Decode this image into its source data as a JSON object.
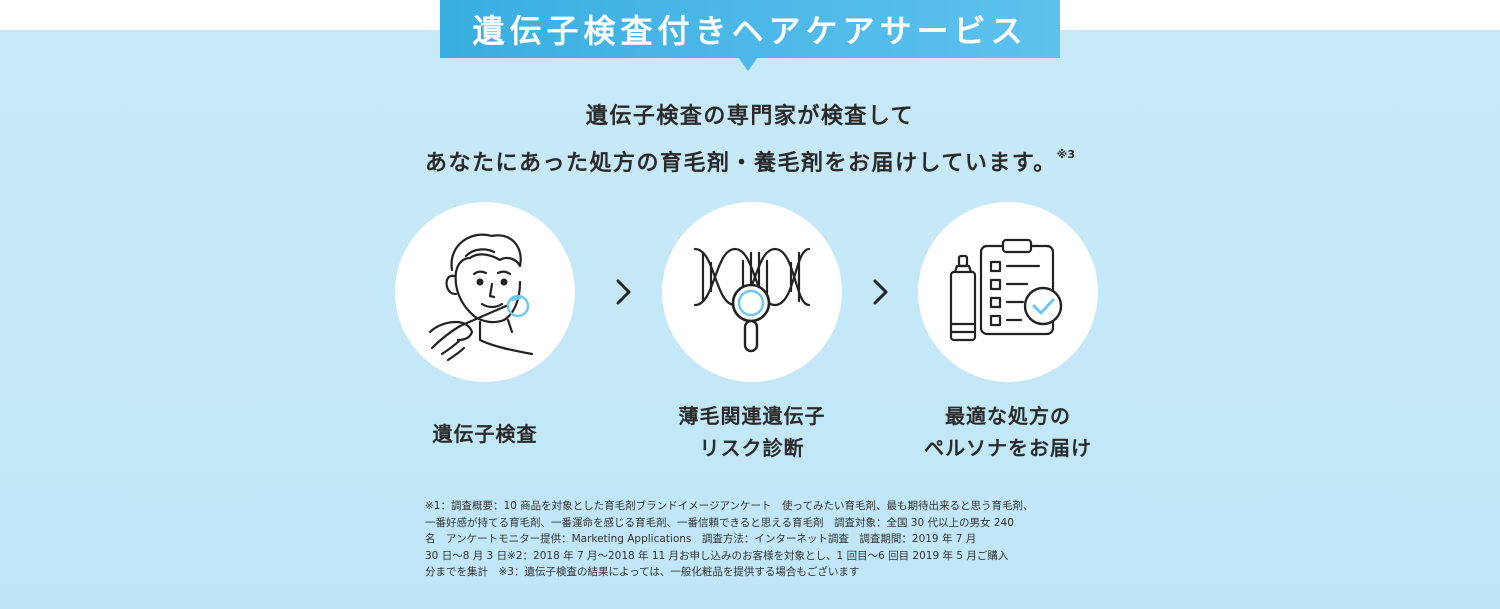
{
  "banner": {
    "title": "遺伝子検査付きヘアケアサービス"
  },
  "lead": {
    "line1": "遺伝子検査の専門家が検査して",
    "line2": "あなたにあった処方の育毛剤・養毛剤をお届けしています。",
    "footnote_mark": "※3"
  },
  "steps": [
    {
      "icon": "man-swab-icon",
      "label_lines": [
        "遺伝子検査"
      ]
    },
    {
      "icon": "dna-magnifier-icon",
      "label_lines": [
        "薄毛関連遺伝子",
        "リスク診断"
      ]
    },
    {
      "icon": "checklist-bottle-icon",
      "label_lines": [
        "最適な処方の",
        "ペルソナをお届け"
      ]
    }
  ],
  "notes": {
    "lines": [
      "※1：調査概要：10 商品を対象とした育毛剤ブランドイメージアンケート　使ってみたい育毛剤、最も期待出来ると思う育毛剤、",
      "一番好感が持てる育毛剤、一番運命を感じる育毛剤、一番信頼できると思える育毛剤　調査対象：全国 30 代以上の男女 240",
      "名　アンケートモニター提供：Marketing Applications　調査方法：インターネット調査　調査期間：2019 年 7 月",
      "30 日～8 月 3 日※2：2018 年 7 月～2018 年 11 月お申し込みのお客様を対象とし、1 回目～6 回目 2019 年 5 月ご購入",
      "分までを集計　※3：遺伝子検査の結果によっては、一般化粧品を提供する場合もございます"
    ]
  },
  "colors": {
    "accent": "#4db8e8",
    "panel": "#c6e8f7",
    "text": "#2a2a2a"
  }
}
